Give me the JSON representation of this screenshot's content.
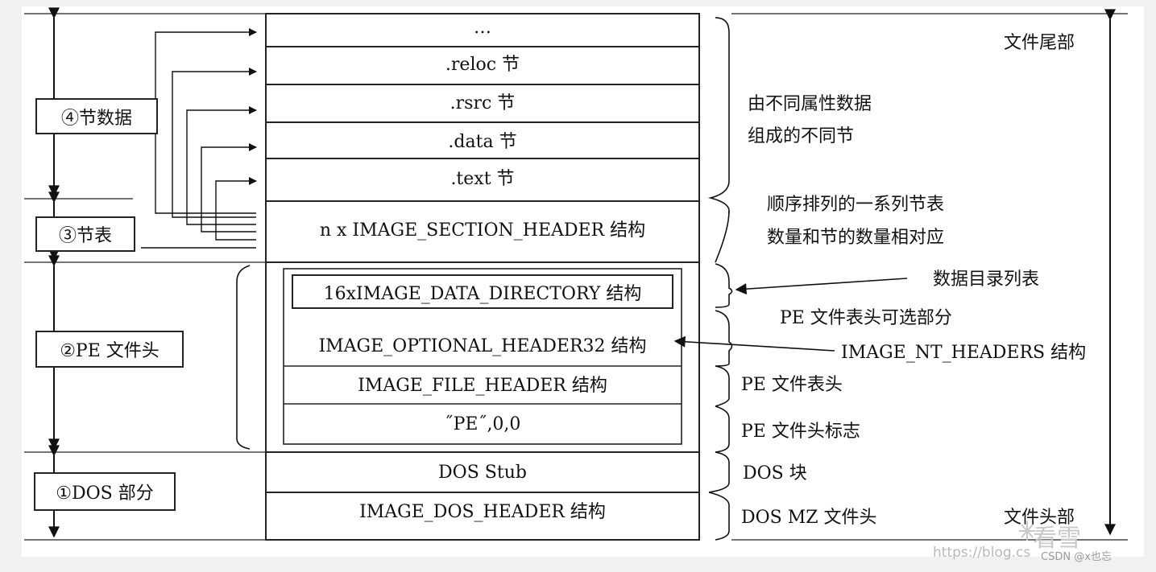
{
  "sections": {
    "dots": "…",
    "reloc": ".reloc 节",
    "rsrc": ".rsrc 节",
    "data": ".data 节",
    "text": ".text 节",
    "section_header": "n x IMAGE_SECTION_HEADER 结构",
    "data_directory": "16xIMAGE_DATA_DIRECTORY 结构",
    "optional_header": "IMAGE_OPTIONAL_HEADER32 结构",
    "file_header": "IMAGE_FILE_HEADER 结构",
    "pe_signature": "˝PE˝,0,0",
    "dos_stub": "DOS Stub",
    "dos_header": "IMAGE_DOS_HEADER 结构"
  },
  "left_labels": {
    "section_data": "④节数据",
    "section_table": "③节表",
    "pe_header": "②PE 文件头",
    "dos_part": "①DOS 部分"
  },
  "right_notes": {
    "sections_desc_1": "由不同属性数据",
    "sections_desc_2": "组成的不同节",
    "table_desc_1": "顺序排列的一系列节表",
    "table_desc_2": "数量和节的数量相对应",
    "data_directory_list": "数据目录列表",
    "optional_header_desc": "PE 文件表头可选部分",
    "nt_headers": "IMAGE_NT_HEADERS 结构",
    "file_header_desc": "PE 文件表头",
    "signature_desc": "PE 文件头标志",
    "dos_stub_desc": "DOS 块",
    "dos_header_desc": "DOS MZ 文件头",
    "file_end": "文件尾部",
    "file_start": "文件头部"
  },
  "watermark": {
    "url": "https://blog.cs",
    "credit": "CSDN @x也忘",
    "logo_text": "看雪"
  }
}
